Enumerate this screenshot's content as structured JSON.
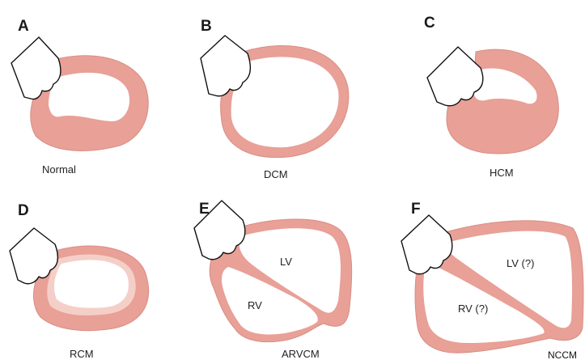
{
  "panels": [
    {
      "letter": "A",
      "caption": "Normal"
    },
    {
      "letter": "B",
      "caption": "DCM"
    },
    {
      "letter": "C",
      "caption": "HCM"
    },
    {
      "letter": "D",
      "caption": "RCM"
    },
    {
      "letter": "E",
      "caption": "ARVCM",
      "lv_label": "LV",
      "rv_label": "RV"
    },
    {
      "letter": "F",
      "caption": "NCCM",
      "lv_label": "LV (?)",
      "rv_label": "RV (?)"
    }
  ],
  "colors": {
    "myocardium": "#e8a097",
    "rcm_inner": "#f4cfc8",
    "outline": "#111111"
  }
}
